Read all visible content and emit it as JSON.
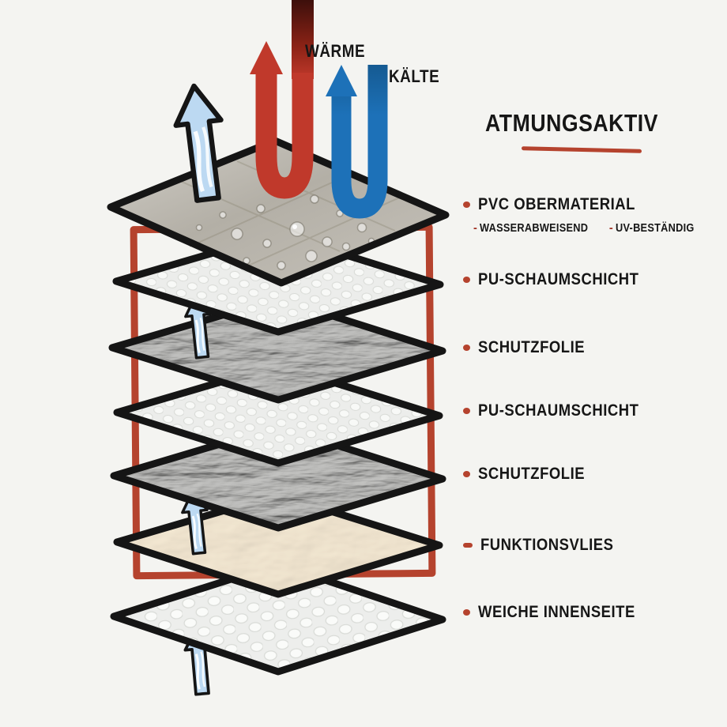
{
  "title": {
    "text": "ATMUNGSAKTIV"
  },
  "airflow": {
    "warm_label": "WÄRME",
    "cold_label": "KÄLTE"
  },
  "legend_dash": "-",
  "layers": [
    {
      "label": "PVC OBERMATERIAL",
      "material": "pvc-top-material",
      "features": [
        "WASSERABWEISEND",
        "UV-BESTÄNDIG"
      ]
    },
    {
      "label": "PU-SCHAUMSCHICHT",
      "material": "pu-foam"
    },
    {
      "label": "SCHUTZFOLIE",
      "material": "protective-foil"
    },
    {
      "label": "PU-SCHAUMSCHICHT",
      "material": "pu-foam"
    },
    {
      "label": "SCHUTZFOLIE",
      "material": "protective-foil"
    },
    {
      "label": "FUNKTIONSVLIES",
      "material": "functional-fleece"
    },
    {
      "label": "WEICHE INNENSEITE",
      "material": "soft-inner-side"
    }
  ],
  "colors": {
    "accent_red": "#b5432e",
    "warm_arrow_red": "#c0392b",
    "cold_arrow_blue": "#1d71b8",
    "air_arrow_blue": "#bcd9f2",
    "outline_black": "#151515"
  }
}
